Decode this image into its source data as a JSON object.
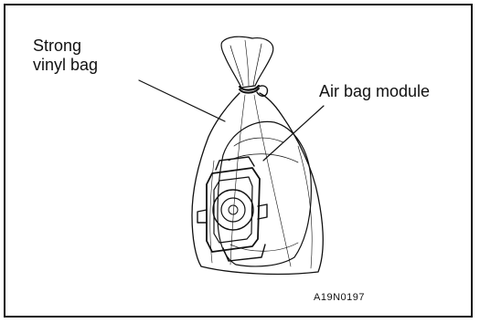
{
  "labels": {
    "vinyl_bag_line1": "Strong",
    "vinyl_bag_line2": "vinyl bag",
    "air_bag_module": "Air bag module"
  },
  "figure_code": "A19N0197",
  "colors": {
    "ink": "#111111",
    "paper": "#ffffff"
  }
}
